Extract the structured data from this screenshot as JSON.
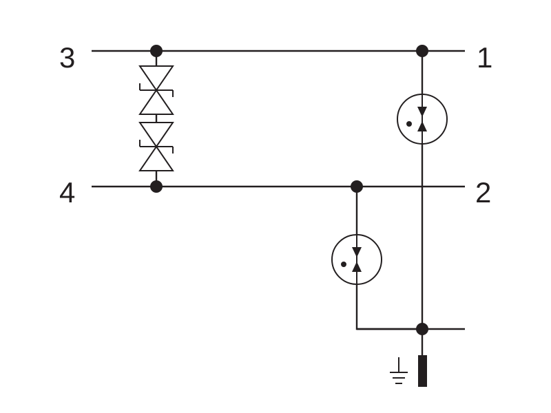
{
  "terminals": {
    "t1": "1",
    "t2": "2",
    "t3": "3",
    "t4": "4"
  },
  "colors": {
    "ink": "#231f20",
    "background": "#ffffff"
  },
  "components": {
    "tvs_diodes": "bidirectional-tvs-diode-pair-icon",
    "gas_discharge_tubes": "gas-discharge-tube-icon",
    "ground": "earth-ground-icon",
    "ground_terminal": "ground-terminal-block-icon"
  }
}
